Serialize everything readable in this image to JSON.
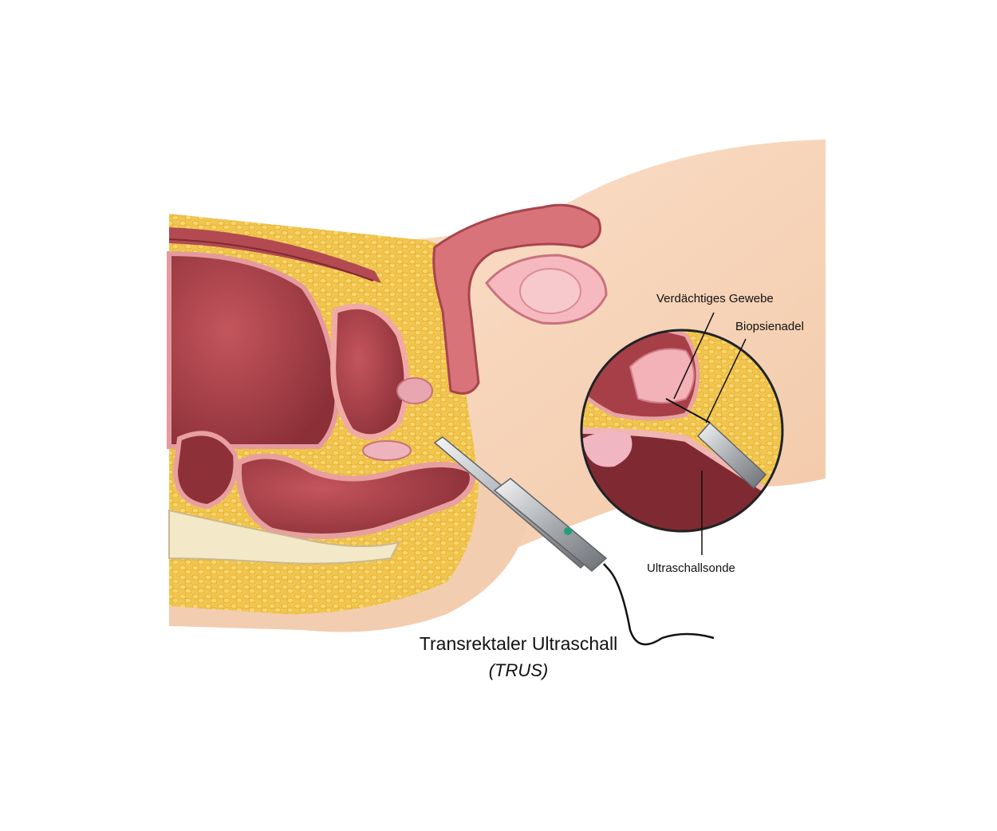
{
  "labels": {
    "suspicious_tissue": "Verdächtiges Gewebe",
    "biopsy_needle": "Biopsienadel",
    "ultrasound_probe": "Ultraschallsonde"
  },
  "caption": {
    "main": "Transrektaler Ultraschall",
    "sub": "(TRUS)"
  },
  "colors": {
    "skin": "#f6d2b4",
    "fat": "#f0c34a",
    "tissue_dark": "#9b3d45",
    "tissue_light": "#e8a3a3",
    "probe": "#b9bcc0"
  }
}
